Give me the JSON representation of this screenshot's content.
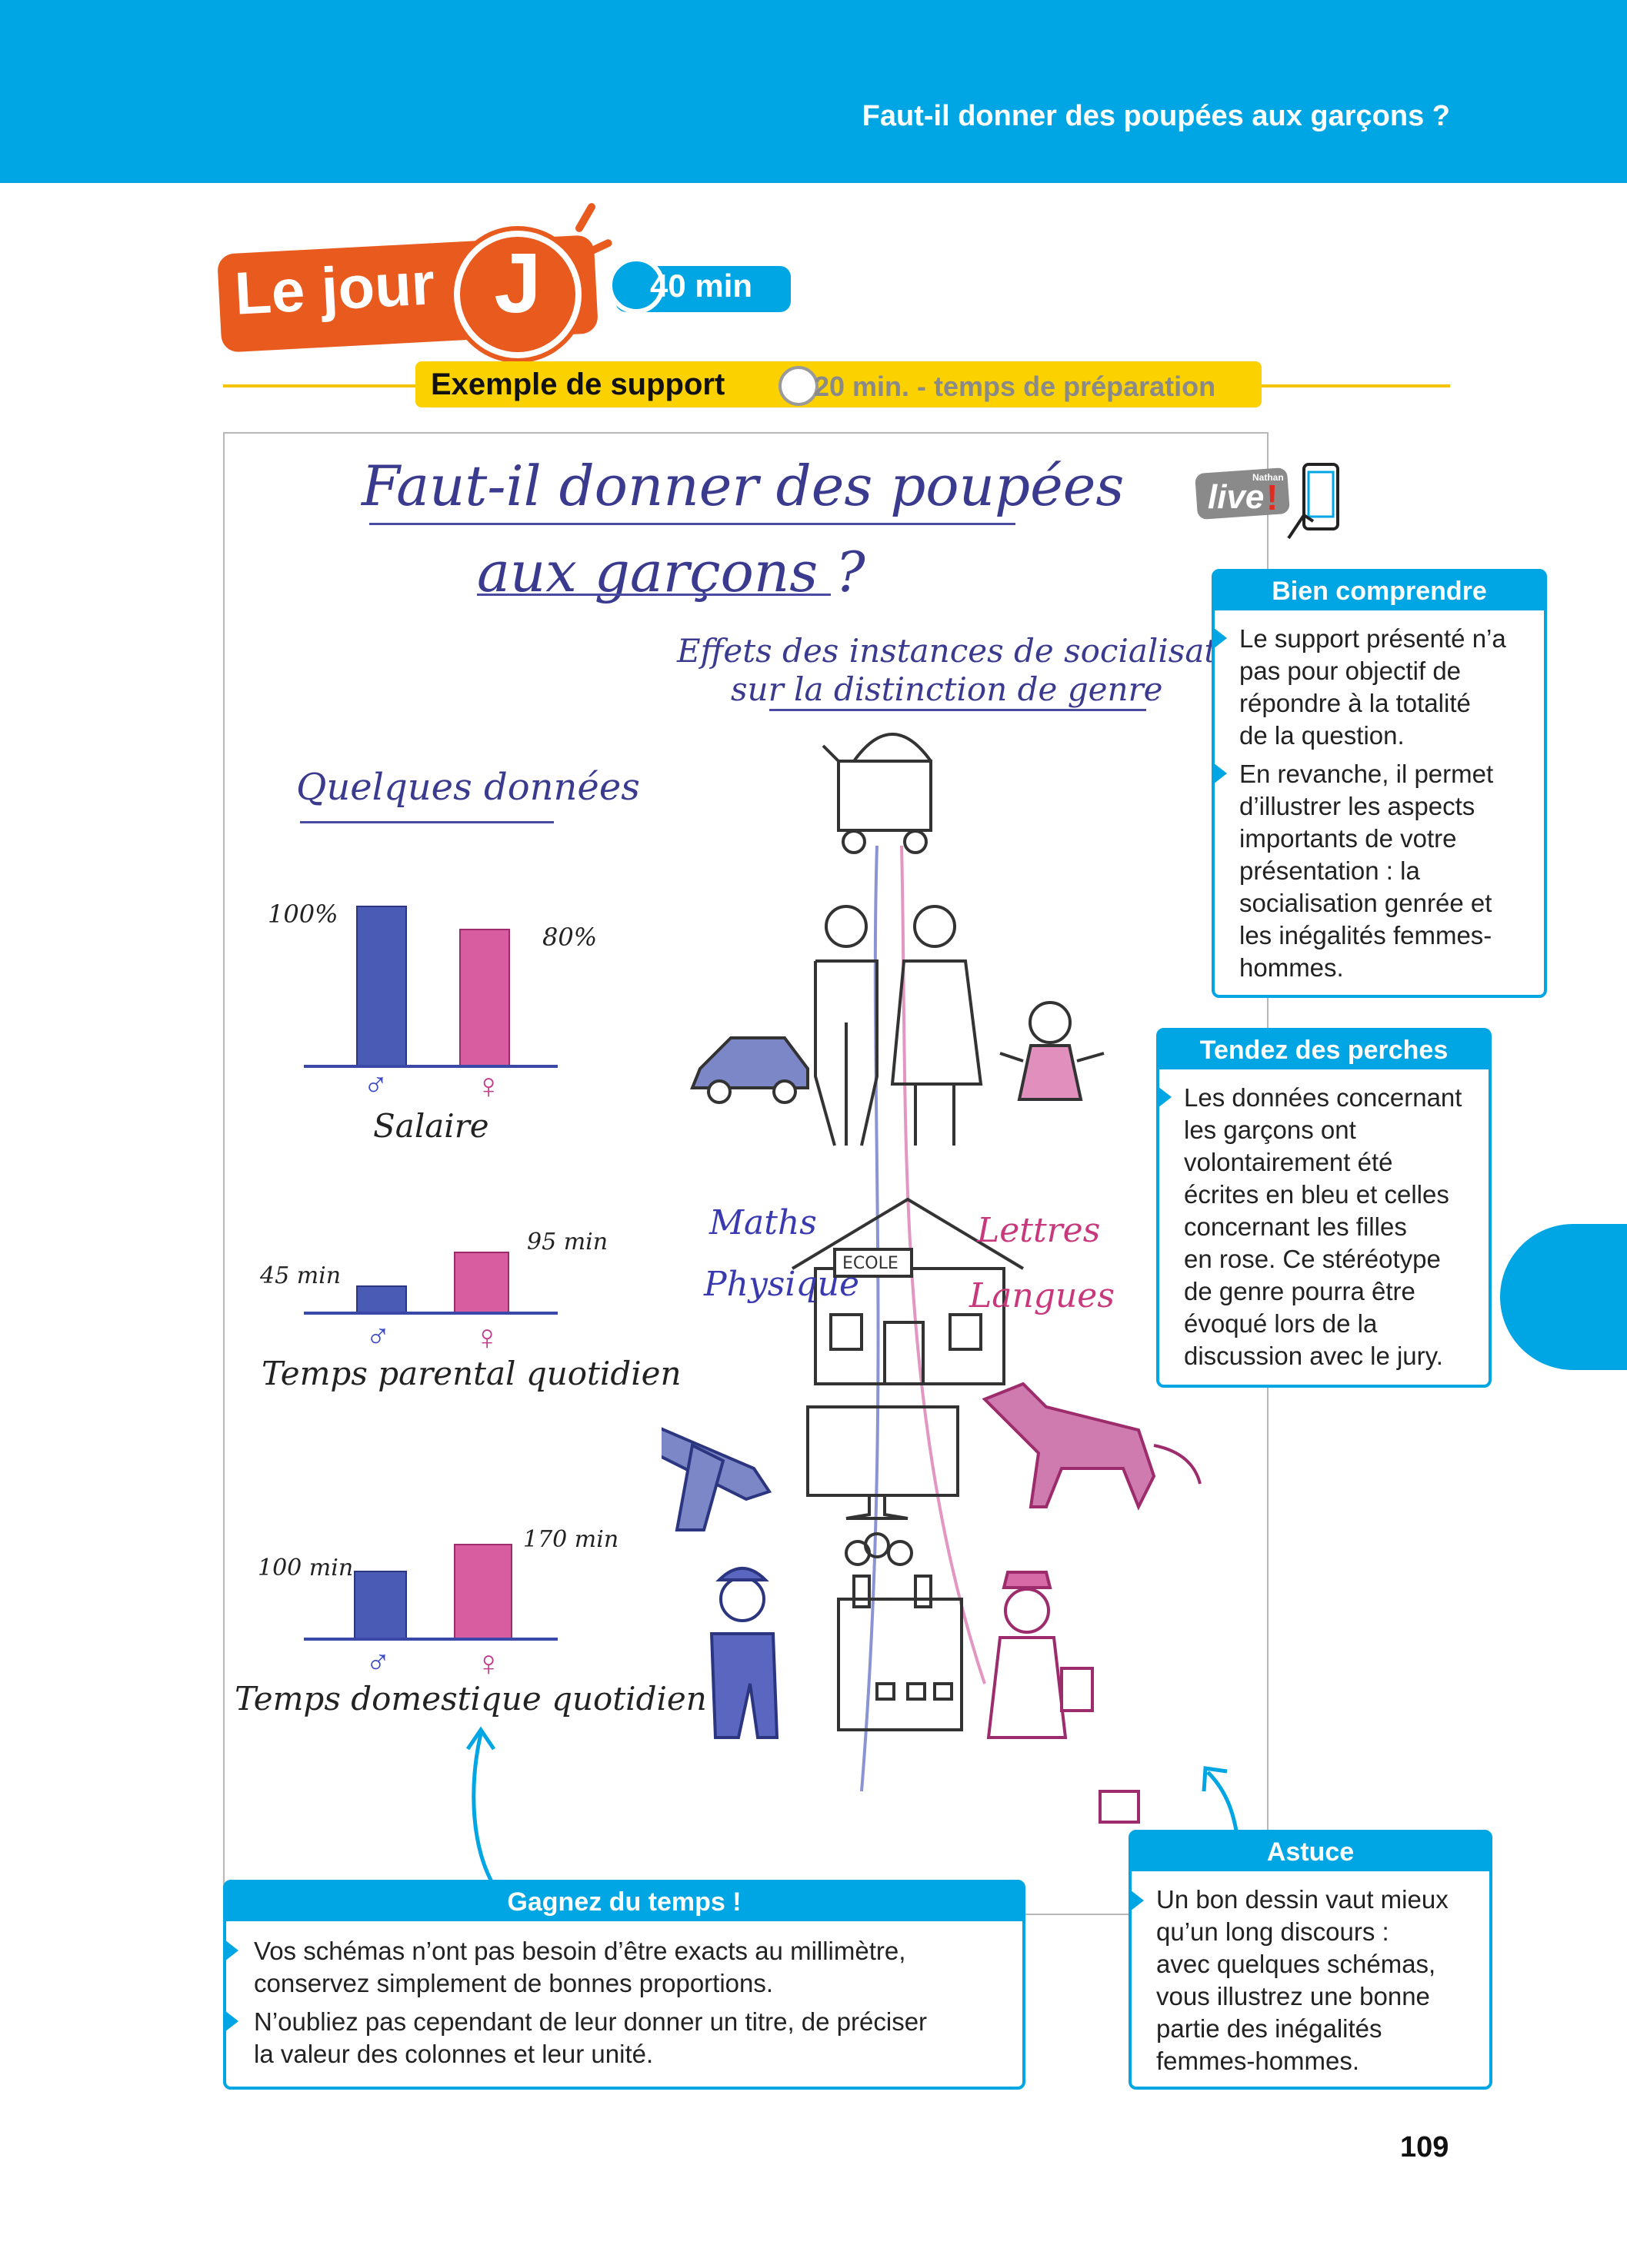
{
  "header": {
    "title": "Faut-il donner des poupées aux garçons ?"
  },
  "badge": {
    "label": "Le jour",
    "letter": "J",
    "duration": "40 min"
  },
  "support": {
    "label": "Exemple de support",
    "time": "20 min. - temps de préparation"
  },
  "sheet": {
    "title_line1": "Faut-il donner des poupées",
    "title_line2": "aux garçons ?",
    "subtitle_line1": "Effets des instances de socialisation",
    "subtitle_line2": "sur la distinction de genre",
    "data_heading": "Quelques données",
    "charts": [
      {
        "male_label": "100%",
        "female_label": "80%",
        "caption": "Salaire"
      },
      {
        "male_label": "45 min",
        "female_label": "95 min",
        "caption": "Temps parental quotidien"
      },
      {
        "male_label": "100 min",
        "female_label": "170 min",
        "caption": "Temps domestique quotidien"
      }
    ],
    "school": {
      "sign": "ECOLE",
      "boys_subjects": [
        "Maths",
        "Physique"
      ],
      "girls_subjects": [
        "Lettres",
        "Langues"
      ]
    }
  },
  "chart_data": [
    {
      "type": "bar",
      "title": "Salaire",
      "categories": [
        "♂",
        "♀"
      ],
      "values": [
        100,
        80
      ],
      "unit": "%",
      "colors": [
        "#4a5bb5",
        "#d85ca0"
      ]
    },
    {
      "type": "bar",
      "title": "Temps parental quotidien",
      "categories": [
        "♂",
        "♀"
      ],
      "values": [
        45,
        95
      ],
      "unit": "min",
      "colors": [
        "#4a5bb5",
        "#d85ca0"
      ]
    },
    {
      "type": "bar",
      "title": "Temps domestique quotidien",
      "categories": [
        "♂",
        "♀"
      ],
      "values": [
        100,
        170
      ],
      "unit": "min",
      "colors": [
        "#4a5bb5",
        "#d85ca0"
      ]
    }
  ],
  "boxes": {
    "bien_comprendre": {
      "title": "Bien comprendre",
      "items": [
        [
          "Le support présenté n’a",
          "pas pour objectif de",
          "répondre à la totalité",
          "de la question."
        ],
        [
          "En revanche, il permet",
          "d’illustrer les aspects",
          "importants de votre",
          "présentation : la",
          "socialisation genrée et",
          "les inégalités femmes-",
          "hommes."
        ]
      ]
    },
    "tendez": {
      "title": "Tendez des perches",
      "lines": [
        "Les données concernant",
        "les garçons ont",
        "volontairement été",
        "écrites en bleu et celles",
        "concernant les filles",
        "en rose. Ce stéréotype",
        "de genre pourra être",
        "évoqué lors de la",
        "discussion avec le jury."
      ]
    },
    "gagnez": {
      "title": "Gagnez du temps !",
      "items": [
        [
          "Vos schémas n’ont pas besoin d’être exacts au millimètre,",
          "conservez simplement de bonnes proportions."
        ],
        [
          "N’oubliez pas cependant de leur donner un titre, de préciser",
          "la valeur des colonnes et leur unité."
        ]
      ]
    },
    "astuce": {
      "title": "Astuce",
      "lines": [
        "Un bon dessin vaut mieux",
        "qu’un long discours :",
        "avec quelques schémas,",
        "vous illustrez une bonne",
        "partie des inégalités",
        "femmes-hommes."
      ]
    }
  },
  "live_badge": {
    "small": "Nathan",
    "label": "live",
    "mark": "!"
  },
  "page_number": "109",
  "colors": {
    "brand_blue": "#00a6e4",
    "orange": "#e85a1e",
    "yellow": "#fbd100",
    "boy_blue": "#4a5bb5",
    "girl_pink": "#d85ca0"
  }
}
